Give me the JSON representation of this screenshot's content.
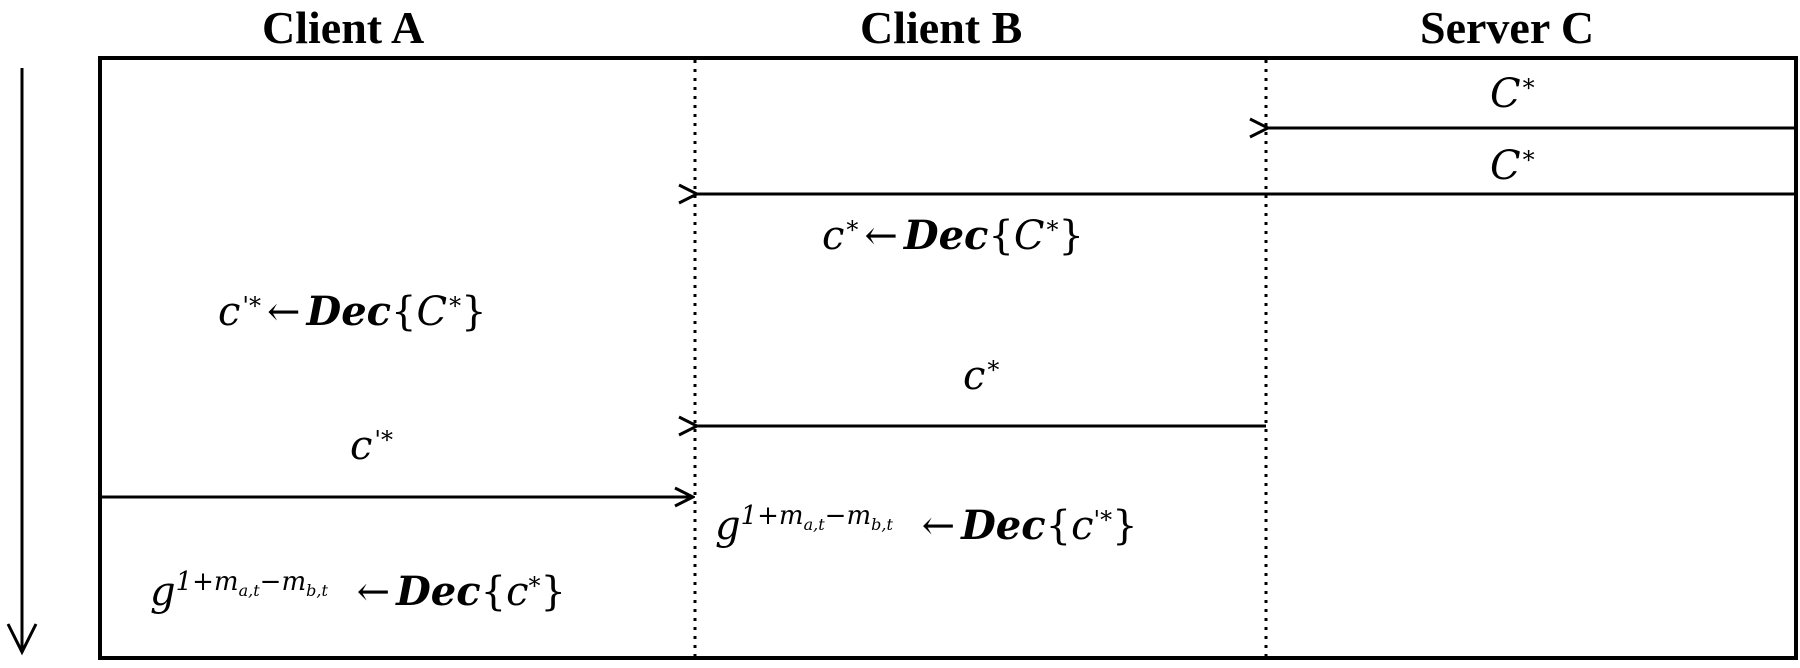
{
  "headers": {
    "client_a": "Client A",
    "client_b": "Client B",
    "server_c": "Server C"
  },
  "messages": {
    "msg1": {
      "base": "C",
      "sup": "*"
    },
    "msg2": {
      "base": "C",
      "sup": "*"
    },
    "msg3": {
      "base": "c",
      "sup": "*"
    },
    "msg4": {
      "base": "c",
      "sup": "'*"
    }
  },
  "operations": {
    "op_b1": {
      "lhs": "c",
      "lhs_sup": "*",
      "arrow": "←",
      "dec": "Dec",
      "open": "{",
      "arg": "C",
      "arg_sup": "*",
      "close": "}"
    },
    "op_a1": {
      "lhs": "c",
      "lhs_sup": "'*",
      "arrow": "←",
      "dec": "Dec",
      "open": "{",
      "arg": "C",
      "arg_sup": "*",
      "close": "}"
    },
    "op_b2": {
      "g": "g",
      "exp": "1+m",
      "sub1": "a,t",
      "minus": "−m",
      "sub2": "b,t",
      "arrow": "←",
      "dec": "Dec",
      "open": "{",
      "arg": "c",
      "arg_sup": "'*",
      "close": "}"
    },
    "op_a2": {
      "g": "g",
      "exp": "1+m",
      "sub1": "a,t",
      "minus": "−m",
      "sub2": "b,t",
      "arrow": "←",
      "dec": "Dec",
      "open": "{",
      "arg": "c",
      "arg_sup": "*",
      "close": "}"
    }
  }
}
